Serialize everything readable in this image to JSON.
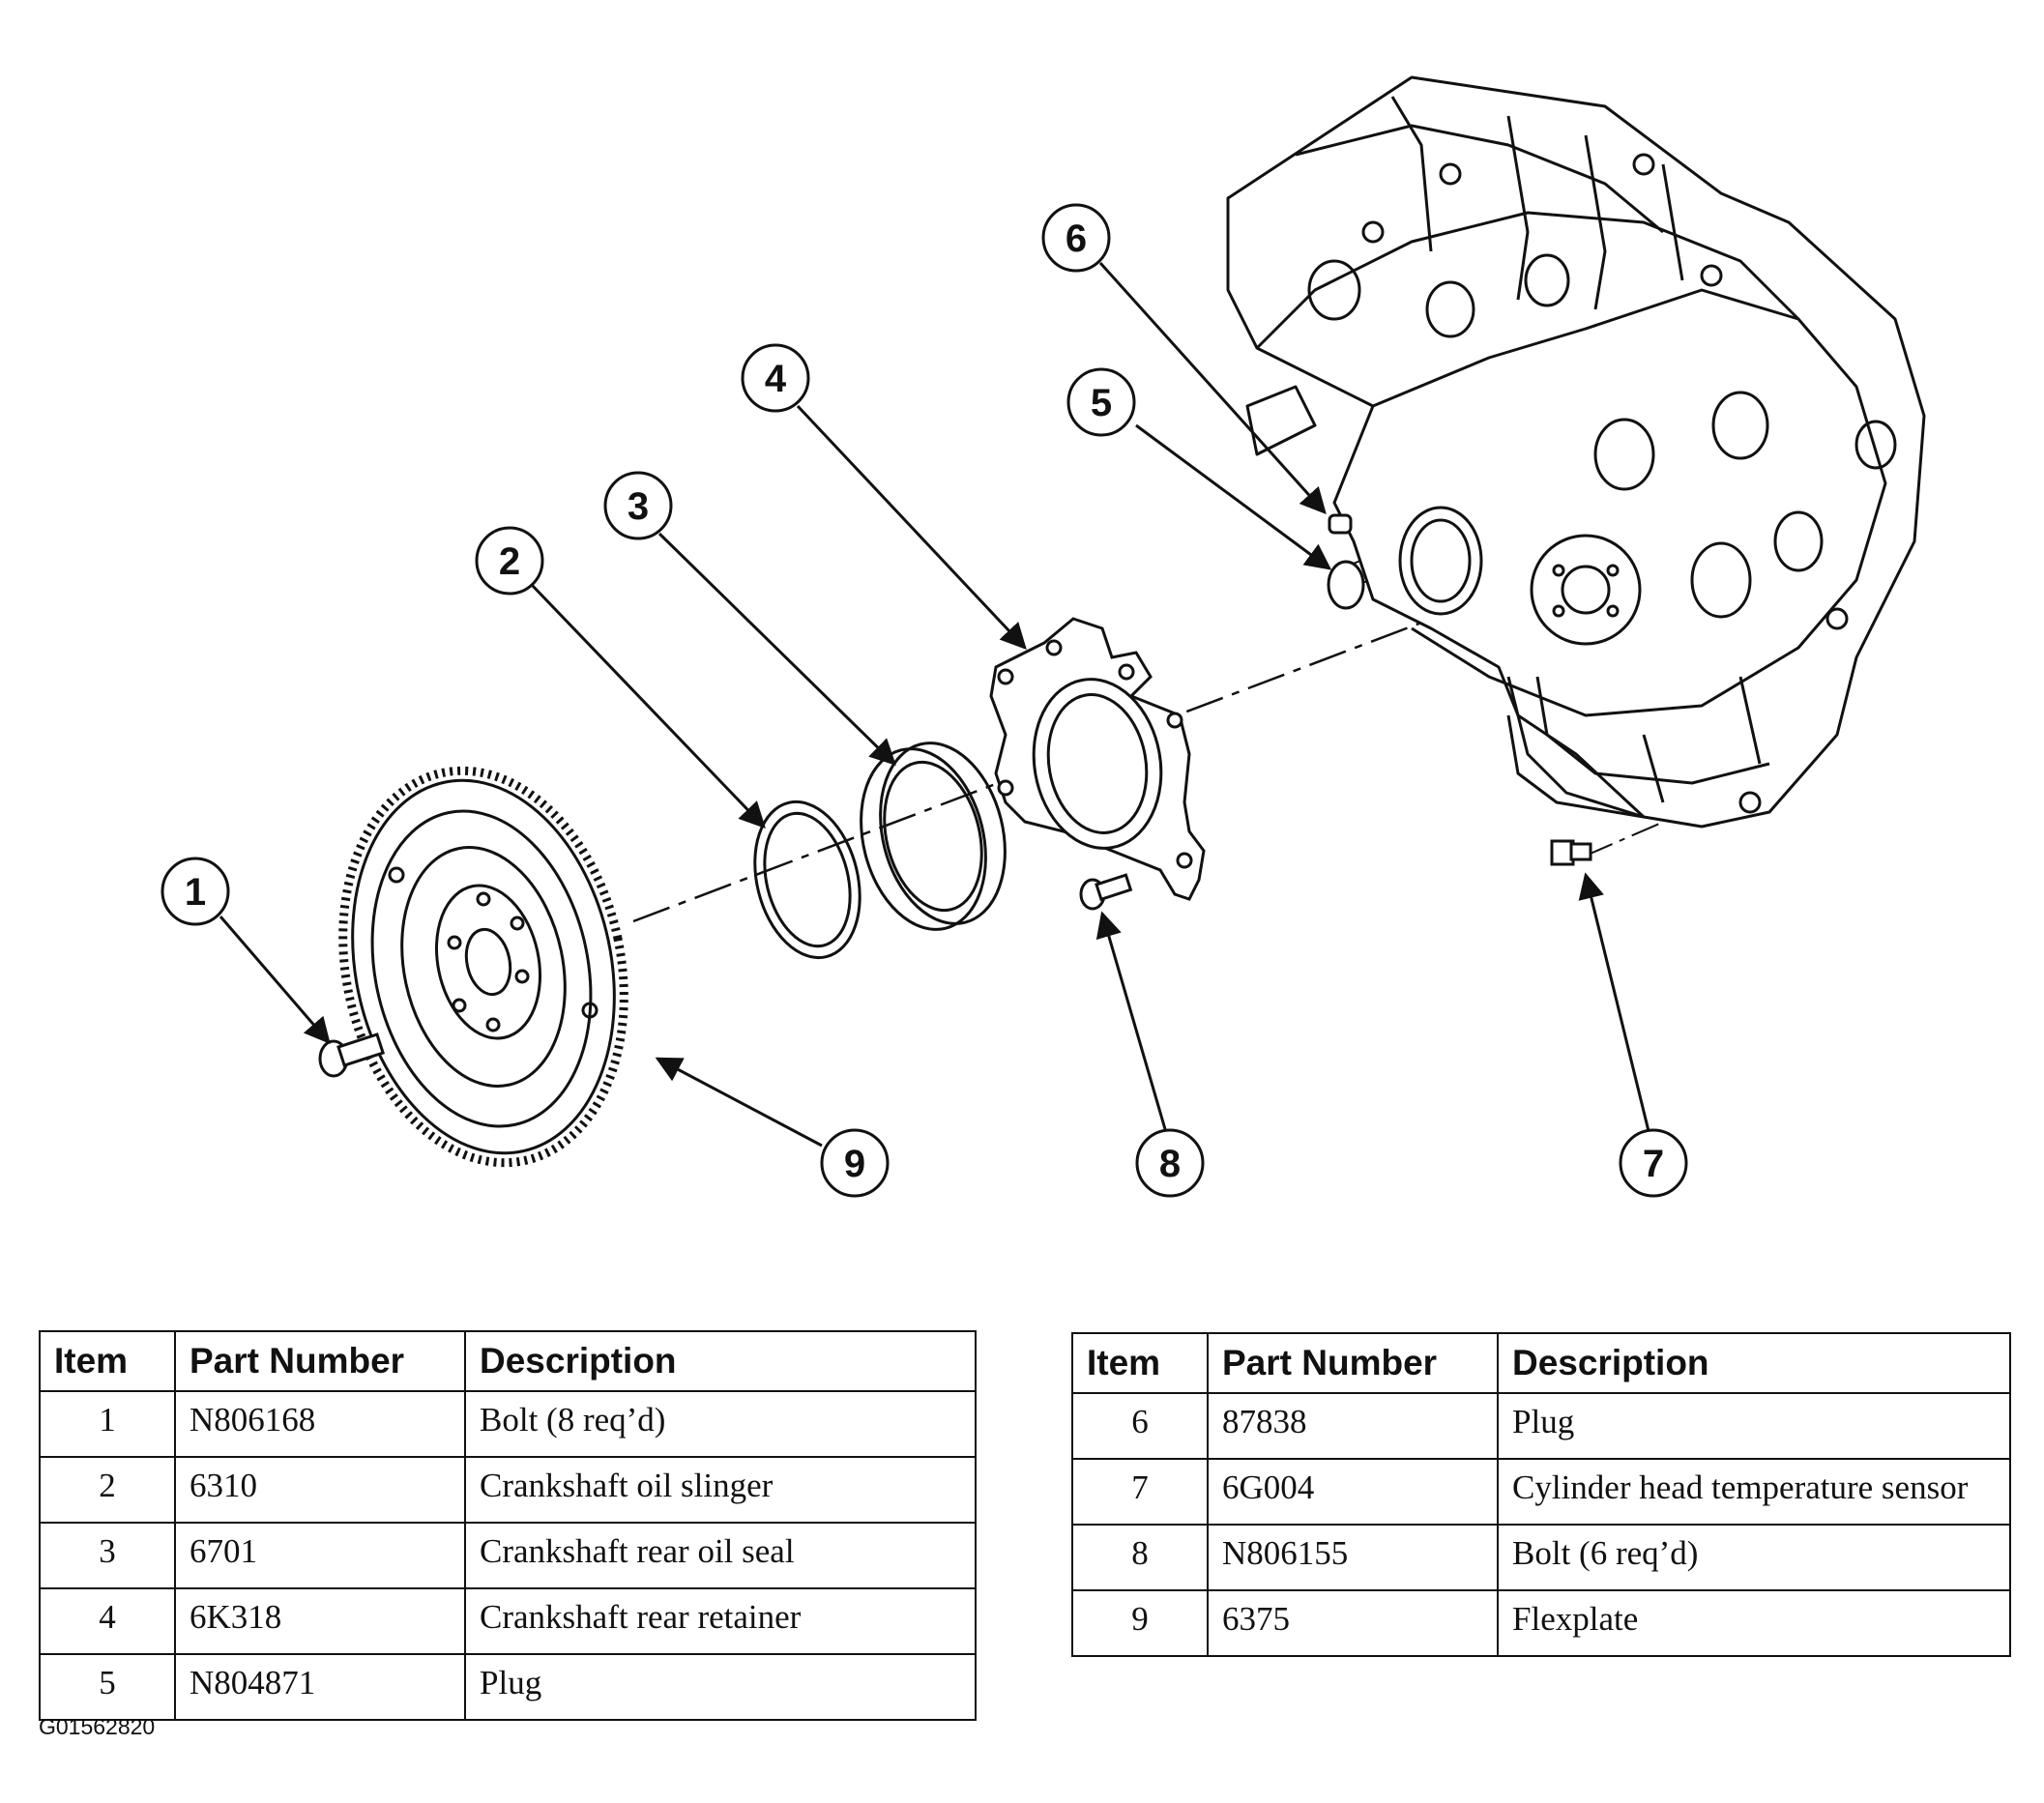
{
  "figure_code": "G01562820",
  "callouts": [
    "1",
    "2",
    "3",
    "4",
    "5",
    "6",
    "7",
    "8",
    "9"
  ],
  "table_headers": {
    "item": "Item",
    "part_number": "Part Number",
    "description": "Description"
  },
  "parts_left": [
    {
      "item": "1",
      "part_number": "N806168",
      "description": "Bolt (8 req’d)"
    },
    {
      "item": "2",
      "part_number": "6310",
      "description": "Crankshaft oil slinger"
    },
    {
      "item": "3",
      "part_number": "6701",
      "description": "Crankshaft rear oil seal"
    },
    {
      "item": "4",
      "part_number": "6K318",
      "description": "Crankshaft rear retainer"
    },
    {
      "item": "5",
      "part_number": "N804871",
      "description": "Plug"
    }
  ],
  "parts_right": [
    {
      "item": "6",
      "part_number": "87838",
      "description": "Plug"
    },
    {
      "item": "7",
      "part_number": "6G004",
      "description": "Cylinder head temperature sensor"
    },
    {
      "item": "8",
      "part_number": "N806155",
      "description": "Bolt (6 req’d)"
    },
    {
      "item": "9",
      "part_number": "6375",
      "description": "Flexplate"
    }
  ]
}
